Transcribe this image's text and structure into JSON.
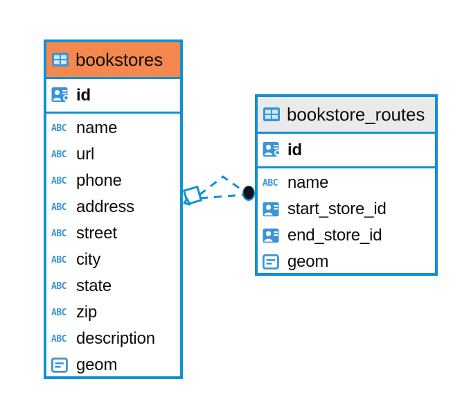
{
  "diagram": {
    "type": "entity-relationship-diagram",
    "background_color": "#ffffff",
    "accent_color": "#1190d4",
    "highlight_color": "#f5884e"
  },
  "tables": [
    {
      "name": "bookstores",
      "header_style": "accent-orange",
      "table_icon": "table-icon",
      "primary_key": {
        "label": "id",
        "icon": "primary-key-icon"
      },
      "fields": [
        {
          "label": "name",
          "icon": "abc-text-icon",
          "icon_text": "ABC"
        },
        {
          "label": "url",
          "icon": "abc-text-icon",
          "icon_text": "ABC"
        },
        {
          "label": "phone",
          "icon": "abc-text-icon",
          "icon_text": "ABC"
        },
        {
          "label": "address",
          "icon": "abc-text-icon",
          "icon_text": "ABC"
        },
        {
          "label": "street",
          "icon": "abc-text-icon",
          "icon_text": "ABC"
        },
        {
          "label": "city",
          "icon": "abc-text-icon",
          "icon_text": "ABC"
        },
        {
          "label": "state",
          "icon": "abc-text-icon",
          "icon_text": "ABC"
        },
        {
          "label": "zip",
          "icon": "abc-text-icon",
          "icon_text": "ABC"
        },
        {
          "label": "description",
          "icon": "abc-text-icon",
          "icon_text": "ABC"
        },
        {
          "label": "geom",
          "icon": "geometry-icon",
          "icon_text": ""
        }
      ]
    },
    {
      "name": "bookstore_routes",
      "header_style": "accent-grey",
      "table_icon": "table-icon",
      "primary_key": {
        "label": "id",
        "icon": "primary-key-icon"
      },
      "fields": [
        {
          "label": "name",
          "icon": "abc-text-icon",
          "icon_text": "ABC"
        },
        {
          "label": "start_store_id",
          "icon": "foreign-key-icon",
          "icon_text": ""
        },
        {
          "label": "end_store_id",
          "icon": "foreign-key-icon",
          "icon_text": ""
        },
        {
          "label": "geom",
          "icon": "geometry-icon",
          "icon_text": ""
        }
      ]
    }
  ],
  "relationship": {
    "from_table": "bookstores",
    "to_table": "bookstore_routes",
    "line_style": "dashed",
    "line_color": "#1190d4",
    "source_marker": "diamond-outline-marker",
    "target_marker": "filled-circle-marker"
  }
}
